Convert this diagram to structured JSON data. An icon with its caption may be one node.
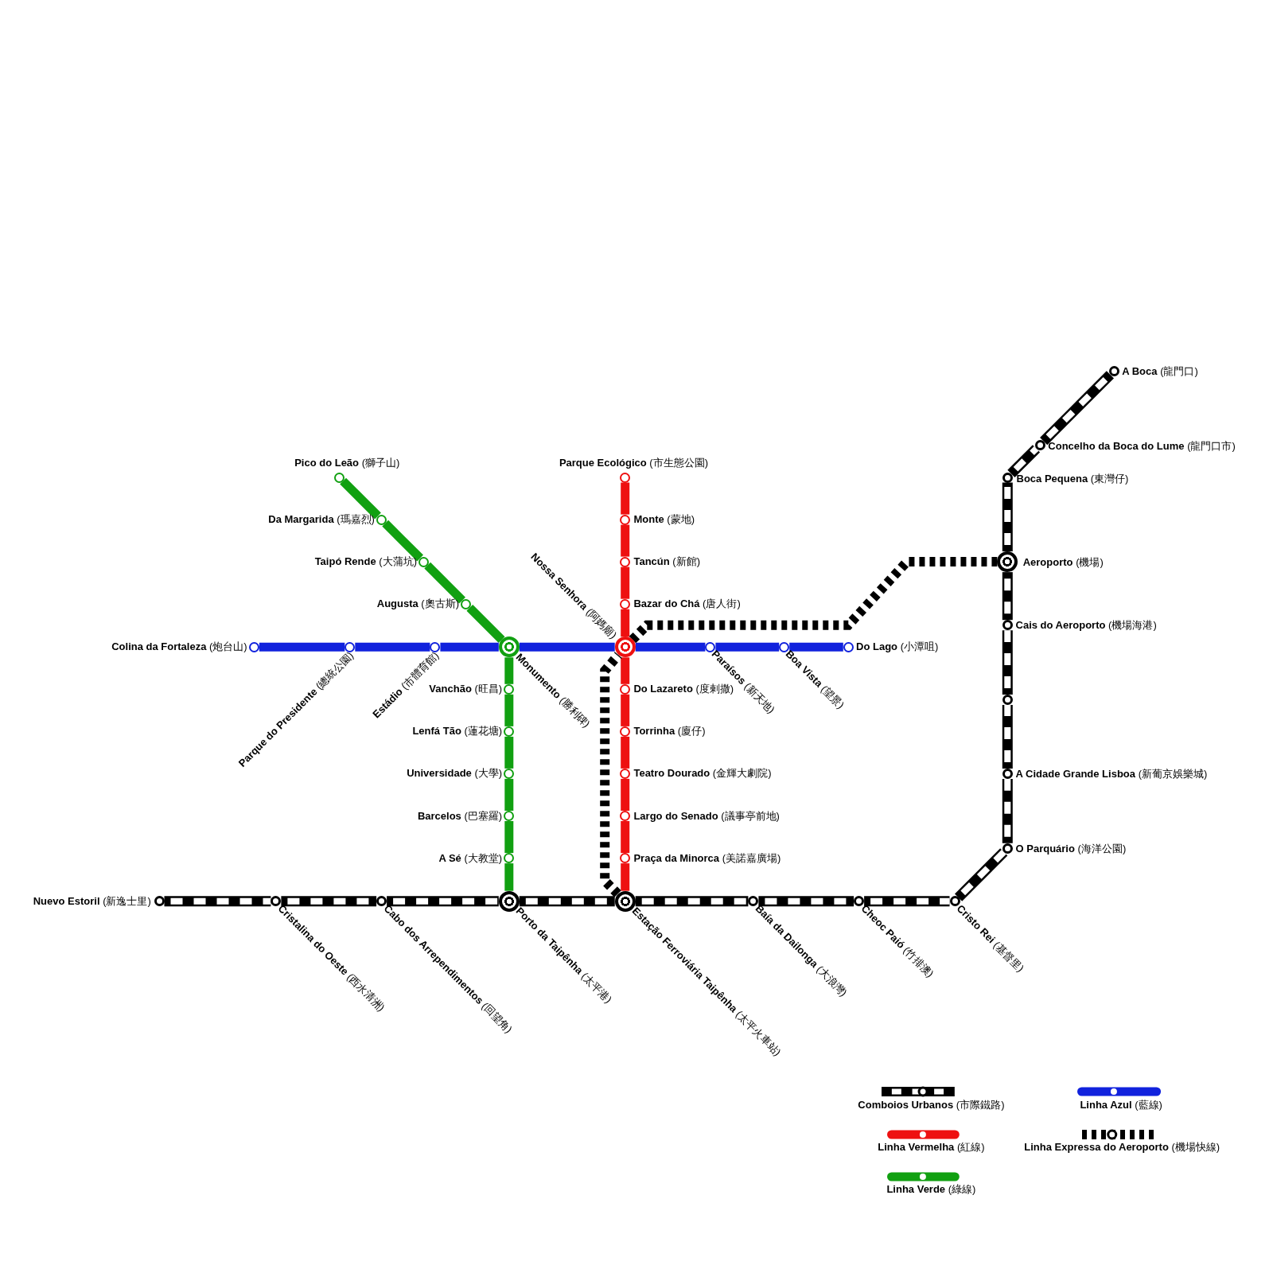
{
  "diagram": {
    "nodes": [
      {
        "text": [
          "**Pico do Leão** (獅子山)"
        ]
      },
      {
        "text": [
          "**Da Margarida** (瑪嘉烈)"
        ]
      },
      {
        "text": [
          "**Taipó Rende** (大蒲坑)"
        ]
      },
      {
        "text": [
          "**Augusta** (奧古斯)"
        ]
      },
      {
        "text": [
          "**Monumento** (勝利碑)"
        ]
      },
      {
        "text": [
          "**Vanchão** (旺昌)"
        ]
      },
      {
        "text": [
          "**Lenfá Tão** (蓮花塘)"
        ]
      },
      {
        "text": [
          "**Universidade** (大學)"
        ]
      },
      {
        "text": [
          "**Barcelos** (巴塞羅)"
        ]
      },
      {
        "text": [
          "**A Sé** (大教堂)"
        ]
      },
      {
        "text": [
          "**Porto da Taipênha** (太平港)"
        ]
      },
      {
        "text": [
          "**Colina da Fortaleza** (炮台山)"
        ]
      },
      {
        "text": [
          "**Parque do Presidente** (總統公園)"
        ]
      },
      {
        "text": [
          "**Estádio** (市體育館)"
        ]
      },
      {
        "text": [
          "**Nossa Senhora** (阿媽廟)"
        ]
      },
      {
        "text": [
          "**Paraísos** (新天地)"
        ]
      },
      {
        "text": [
          "**Boa Vista** (望景)"
        ]
      },
      {
        "text": [
          "**Do Lago** (小潭咀)"
        ]
      },
      {
        "text": [
          "**Parque Ecológico** (市生態公園)"
        ]
      },
      {
        "text": [
          "**Monte** (蒙地)"
        ]
      },
      {
        "text": [
          "**Tancún** (新館)"
        ]
      },
      {
        "text": [
          "**Bazar do Chá** (唐人街)"
        ]
      },
      {
        "text": [
          "**Do Lazareto** (度剌撒)"
        ]
      },
      {
        "text": [
          "**Torrinha** (廈仔)"
        ]
      },
      {
        "text": [
          "**Teatro Dourado** (金輝大劇院)"
        ]
      },
      {
        "text": [
          "**Largo do Senado** (議事亭前地)"
        ]
      },
      {
        "text": [
          "**Praça da Minorca** (美諾嘉廣場)"
        ]
      },
      {
        "text": [
          "**Estação Ferroviária Taipênha** (太平火車站)"
        ]
      },
      {
        "text": [
          "**Nuevo Estoril** (新逸士里)"
        ]
      },
      {
        "text": [
          "**Cristalina do Oeste** (西水清洲)"
        ]
      },
      {
        "text": [
          "**Cabo dos Arrependimentos** (回望角)"
        ]
      },
      {
        "text": [
          "**Baía da Dailonga** (大浪灣)"
        ]
      },
      {
        "text": [
          "**Cheoc Paió** (竹排澳)"
        ]
      },
      {
        "text": [
          "**Cristo Rei** (基督里)"
        ]
      },
      {
        "text": [
          "**O Parquário** (海洋公園)"
        ]
      },
      {
        "text": [
          "**A Cidade Grande Lisboa** (新葡京娛樂城)"
        ]
      },
      {
        "text": [],
        "shape": "circle"
      },
      {
        "text": [
          "**Cais do Aeroporto** (機場海港)"
        ]
      },
      {
        "text": [
          "**Aeroporto** (機場)"
        ]
      },
      {
        "text": [
          "**Boca Pequena** (東灣仔)"
        ]
      },
      {
        "text": [
          "**Concelho da Boca do Lume** (龍門口市)"
        ]
      },
      {
        "text": [
          "**A Boca** (龍門口)"
        ]
      }
    ],
    "edges": [
      {
        "from": 0,
        "to": 1,
        "arrow": "none",
        "color": "#11a011"
      },
      {
        "from": 1,
        "to": 2,
        "arrow": "none",
        "color": "#11a011"
      },
      {
        "from": 2,
        "to": 3,
        "arrow": "none",
        "color": "#11a011"
      },
      {
        "from": 3,
        "to": 4,
        "arrow": "none",
        "color": "#11a011"
      },
      {
        "from": 4,
        "to": 5,
        "arrow": "none",
        "color": "#11a011"
      },
      {
        "from": 5,
        "to": 6,
        "arrow": "none",
        "color": "#11a011"
      },
      {
        "from": 6,
        "to": 7,
        "arrow": "none",
        "color": "#11a011"
      },
      {
        "from": 7,
        "to": 8,
        "arrow": "none",
        "color": "#11a011"
      },
      {
        "from": 8,
        "to": 9,
        "arrow": "none",
        "color": "#11a011"
      },
      {
        "from": 9,
        "to": 10,
        "arrow": "none",
        "color": "#11a011"
      },
      {
        "from": 11,
        "to": 12,
        "arrow": "none",
        "color": "#1122dd"
      },
      {
        "from": 12,
        "to": 13,
        "arrow": "none",
        "color": "#1122dd"
      },
      {
        "from": 13,
        "to": 4,
        "arrow": "none",
        "color": "#1122dd"
      },
      {
        "from": 4,
        "to": 14,
        "arrow": "none",
        "color": "#1122dd"
      },
      {
        "from": 14,
        "to": 15,
        "arrow": "none",
        "color": "#1122dd"
      },
      {
        "from": 15,
        "to": 16,
        "arrow": "none",
        "color": "#1122dd"
      },
      {
        "from": 16,
        "to": 17,
        "arrow": "none",
        "color": "#1122dd"
      },
      {
        "from": 18,
        "to": 19,
        "arrow": "none",
        "color": "#ee1111"
      },
      {
        "from": 19,
        "to": 20,
        "arrow": "none",
        "color": "#ee1111"
      },
      {
        "from": 20,
        "to": 21,
        "arrow": "none",
        "color": "#ee1111"
      },
      {
        "from": 21,
        "to": 14,
        "arrow": "none",
        "color": "#ee1111"
      },
      {
        "from": 14,
        "to": 22,
        "arrow": "none",
        "color": "#ee1111"
      },
      {
        "from": 22,
        "to": 23,
        "arrow": "none",
        "color": "#ee1111"
      },
      {
        "from": 23,
        "to": 24,
        "arrow": "none",
        "color": "#ee1111"
      },
      {
        "from": 24,
        "to": 25,
        "arrow": "none",
        "color": "#ee1111"
      },
      {
        "from": 25,
        "to": 26,
        "arrow": "none",
        "color": "#ee1111"
      },
      {
        "from": 26,
        "to": 27,
        "arrow": "none",
        "color": "#ee1111"
      },
      {
        "from": 28,
        "to": 29,
        "arrow": "none"
      },
      {
        "from": 29,
        "to": 30,
        "arrow": "none"
      },
      {
        "from": 30,
        "to": 10,
        "arrow": "none"
      },
      {
        "from": 10,
        "to": 27,
        "arrow": "none"
      },
      {
        "from": 27,
        "to": 31,
        "arrow": "none"
      },
      {
        "from": 31,
        "to": 32,
        "arrow": "none"
      },
      {
        "from": 32,
        "to": 33,
        "arrow": "none"
      },
      {
        "from": 33,
        "to": 34,
        "arrow": "none"
      },
      {
        "from": 34,
        "to": 35,
        "arrow": "none"
      },
      {
        "from": 35,
        "to": 36,
        "arrow": "none"
      },
      {
        "from": 36,
        "to": 37,
        "arrow": "none"
      },
      {
        "from": 37,
        "to": 38,
        "arrow": "none"
      },
      {
        "from": 38,
        "to": 39,
        "arrow": "none"
      },
      {
        "from": 39,
        "to": 40,
        "arrow": "none"
      },
      {
        "from": 40,
        "to": 41,
        "arrow": "none"
      },
      {
        "from": 27,
        "to": 14,
        "arrow": "none",
        "style": "dashed"
      },
      {
        "from": 14,
        "to": 38,
        "arrow": "none",
        "style": "dashed"
      }
    ],
    "legend": [
      {
        "text": "**Comboios Urbanos** (市際鐵路)"
      },
      {
        "text": "**Linha Azul** (藍線)",
        "color": "#1122dd"
      },
      {
        "text": "**Linha Vermelha** (紅線)",
        "color": "#ee1111"
      },
      {
        "text": "**Linha Expressa do Aeroporto** (機場快線)"
      },
      {
        "text": "**Linha Verde** (綠線)",
        "color": "#11a011"
      }
    ]
  }
}
